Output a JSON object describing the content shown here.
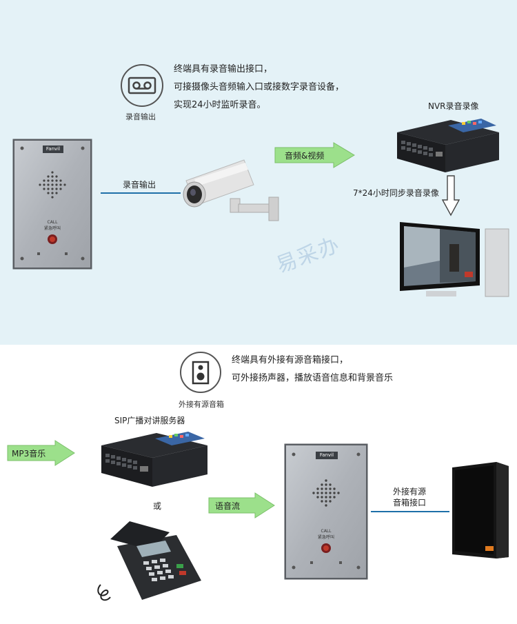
{
  "section_recording": {
    "description_lines": [
      "终端具有录音输出接口，",
      "可接摄像头音频输入口或接数字录音设备，",
      "实现24小时监听录音。"
    ],
    "icon_label": "录音输出",
    "link_label": "录音输出",
    "arrow_label": "音频&视频",
    "nvr_title": "NVR录音录像",
    "sync_label": "7*24小时同步录音录像",
    "watermark": "易采办"
  },
  "section_speaker": {
    "description_lines": [
      "终端具有外接有源音箱接口，",
      "可外接扬声器，播放语音信息和背景音乐"
    ],
    "icon_label": "外接有源音箱",
    "server_title": "SIP广播对讲服务器",
    "mp3_label": "MP3音乐",
    "or_label": "或",
    "stream_label": "语音流",
    "speaker_label_lines": [
      "外接有源",
      "音箱接口"
    ]
  },
  "device": {
    "brand": "Fanvil",
    "call_label": "CALL",
    "call_sub": "紧急呼叫"
  },
  "colors": {
    "top_bg": "#e4f2f7",
    "arrow_green": "#9ce08b",
    "line_blue": "#1d6fa8",
    "panel_gray": "#a9adb2"
  }
}
